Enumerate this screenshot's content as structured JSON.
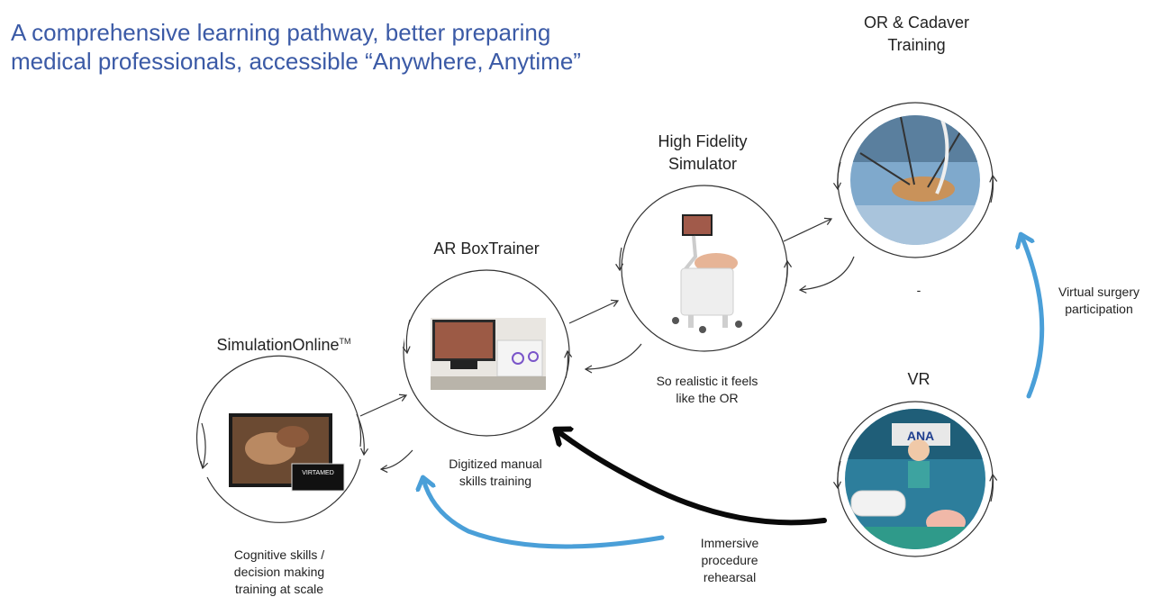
{
  "headline": {
    "line1": "A comprehensive learning pathway, better preparing",
    "line2": "medical professionals, accessible “Anywhere, Anytime”"
  },
  "stages": {
    "simulation_online": {
      "title": "SimulationOnline",
      "trademark": "TM",
      "caption": [
        "Cognitive skills /",
        "decision making",
        "training at scale"
      ],
      "thumbnail_badge": "VIRTAMED"
    },
    "ar_boxtrainer": {
      "title": "AR BoxTrainer",
      "caption": [
        "Digitized manual",
        "skills training"
      ]
    },
    "high_fidelity": {
      "title": [
        "High Fidelity",
        "Simulator"
      ],
      "caption": [
        "So realistic it feels",
        "like the OR"
      ]
    },
    "or_cadaver": {
      "title": [
        "OR & Cadaver",
        "Training"
      ],
      "caption": [
        "-"
      ]
    },
    "vr": {
      "title": "VR",
      "screen_text": "ANA"
    }
  },
  "arrow_labels": {
    "virtual_surgery": [
      "Virtual surgery",
      "participation"
    ],
    "immersive": [
      "Immersive",
      "procedure",
      "rehearsal"
    ]
  },
  "colors": {
    "headline": "#3b5aa6",
    "blue_arrow": "#4a9fd8",
    "black_arrow": "#0a0a0a"
  }
}
